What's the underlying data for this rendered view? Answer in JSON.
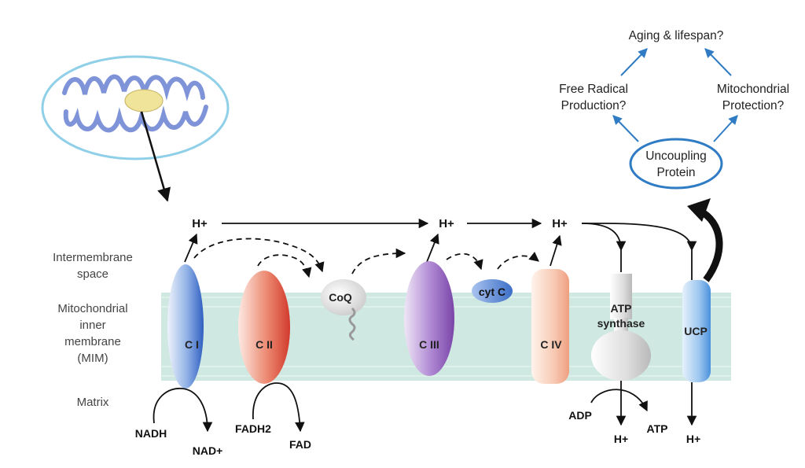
{
  "top_diagram": {
    "goal": "Aging & lifespan?",
    "left_line1": "Free Radical",
    "left_line2": "Production?",
    "right_line1": "Mitochondrial",
    "right_line2": "Protection?",
    "center_line1": "Uncoupling",
    "center_line2": "Protein"
  },
  "side_labels": {
    "intermembrane_1": "Intermembrane",
    "intermembrane_2": "space",
    "mim_1": "Mitochondrial",
    "mim_2": "inner",
    "mim_3": "membrane",
    "mim_4": "(MIM)",
    "matrix": "Matrix"
  },
  "complexes": {
    "c1": "C I",
    "c2": "C II",
    "coq": "CoQ",
    "c3": "C III",
    "cytc": "cyt C",
    "c4": "C IV",
    "atp_1": "ATP",
    "atp_2": "synthase",
    "ucp": "UCP"
  },
  "protons": {
    "h1": "H+",
    "h2": "H+",
    "h3": "H+",
    "h_atp": "H+",
    "h_ucp": "H+"
  },
  "substrates": {
    "nadh": "NADH",
    "nad": "NAD+",
    "fadh2": "FADH2",
    "fad": "FAD",
    "adp": "ADP",
    "atp": "ATP"
  },
  "colors": {
    "membrane": "#cfe8e1",
    "mito_outer": "#7ec8e3",
    "mito_inner": "#7f93d8",
    "focus_spot": "#f0e49a",
    "complex_i": "#3b6fc9",
    "complex_ii": "#d9463a",
    "complex_iii": "#8a56b6",
    "complex_iv": "#f2b49c",
    "cyt_c": "#4e7fd1",
    "ucp": "#5b9ee0",
    "atp_synthase": "#cfcfcf",
    "top_arrows": "#2f7cc4"
  }
}
